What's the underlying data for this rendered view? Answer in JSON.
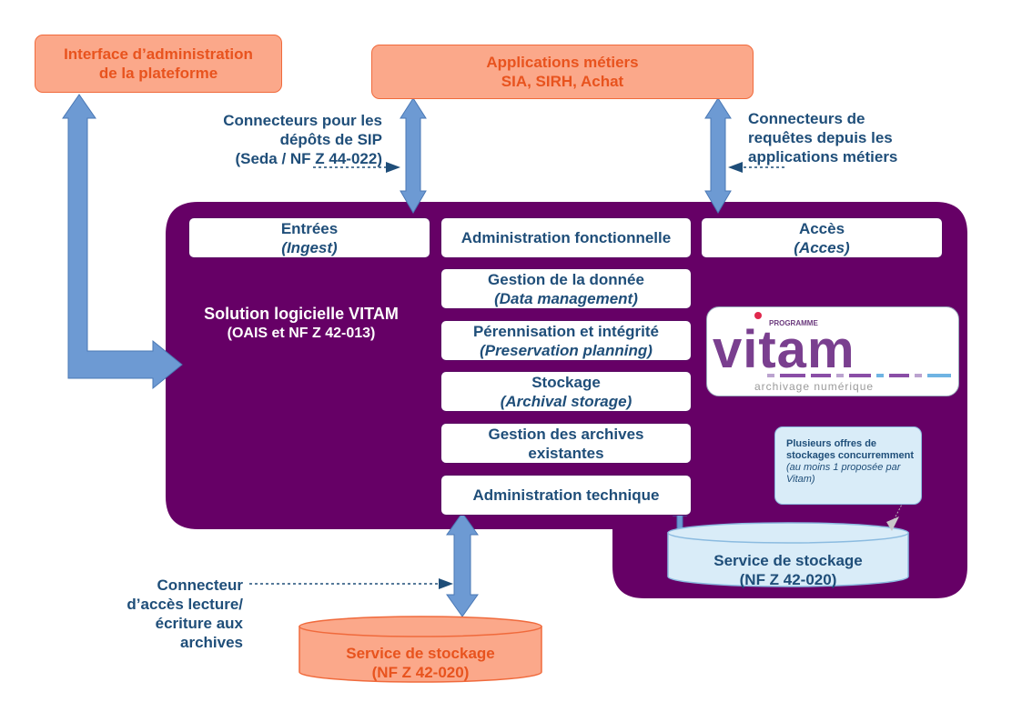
{
  "top_left_box": {
    "line1": "Interface d’administration",
    "line2": "de la plateforme"
  },
  "top_center_box": {
    "line1": "Applications métiers",
    "line2": "SIA, SIRH, Achat"
  },
  "left_connector": {
    "line1": "Connecteurs pour les",
    "line2": "dépôts de SIP",
    "line3": "(Seda / NF Z 44-022)"
  },
  "right_connector": {
    "line1": "Connecteurs de",
    "line2": "requêtes depuis les",
    "line3": "applications métiers"
  },
  "solution": {
    "line1": "Solution logicielle VITAM",
    "line2": "(OAIS et NF Z 42-013)"
  },
  "modules": {
    "entrees": {
      "line1": "Entrées",
      "line2": "(Ingest)"
    },
    "admin_fonctionnelle": {
      "line1": "Administration fonctionnelle"
    },
    "acces": {
      "line1": "Accès",
      "line2": "(Acces)"
    },
    "gestion_donnee": {
      "line1": "Gestion de la donnée",
      "line2": "(Data management)"
    },
    "perennisation": {
      "line1": "Pérennisation et intégrité",
      "line2": "(Preservation planning)"
    },
    "stockage": {
      "line1": "Stockage",
      "line2": "(Archival storage)"
    },
    "gestion_archives": {
      "line1": "Gestion des archives",
      "line2": "existantes"
    },
    "admin_technique": {
      "line1": "Administration technique"
    }
  },
  "logo": {
    "programme": "PROGRAMME",
    "name": "vitam",
    "tagline": "archivage numérique"
  },
  "note": {
    "bold": "Plusieurs offres de stockages concurremment",
    "italic": "(au moins 1 proposée par Vitam)"
  },
  "inner_storage": {
    "line1": "Service de stockage",
    "line2": "(NF Z 42-020)"
  },
  "bottom_connector": {
    "line1": "Connecteur",
    "line2": "d’accès lecture/",
    "line3": "écriture aux",
    "line4": "archives"
  },
  "bottom_storage": {
    "line1": "Service de stockage",
    "line2": "(NF Z 42-020)"
  },
  "colors": {
    "purple": "#660066",
    "salmon_fill": "#fba88a",
    "salmon_text": "#e8531e",
    "arrow_blue": "#6d9ad3",
    "text_blue": "#1f4e79",
    "light_blue": "#d9ecf8"
  }
}
